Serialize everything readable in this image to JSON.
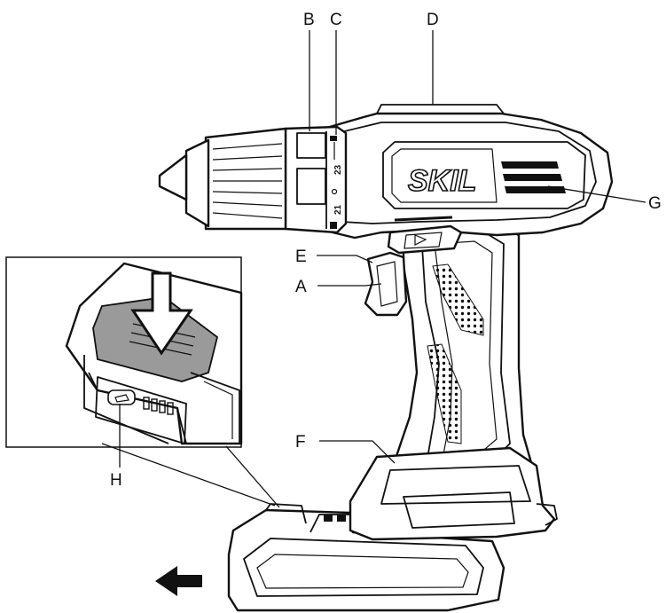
{
  "labels": {
    "A": "A",
    "B": "B",
    "C": "C",
    "D": "D",
    "E": "E",
    "F": "F",
    "G": "G",
    "H": "H"
  },
  "brand": "SKIL",
  "torque_scale": [
    "23",
    "21"
  ],
  "colors": {
    "outline": "#111111",
    "button_fill": "#9a9a9a",
    "background": "#ffffff"
  }
}
